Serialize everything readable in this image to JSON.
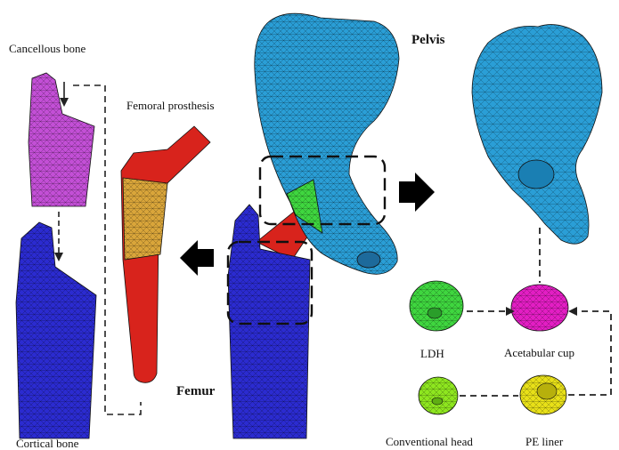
{
  "labels": {
    "cancellous": "Cancellous bone",
    "cortical": "Cortical bone",
    "femoral_prosthesis": "Femoral prosthesis",
    "femur": "Femur",
    "pelvis": "Pelvis",
    "ldh": "LDH",
    "acetabular_cup": "Acetabular cup",
    "conventional_head": "Conventional head",
    "pe_liner": "PE liner"
  },
  "colors": {
    "cancellous": "#c34fd6",
    "cortical": "#2b2bd0",
    "prosthesis_red": "#d8231c",
    "prosthesis_gold": "#d9a53a",
    "pelvis": "#2a9ed6",
    "green": "#3fd63f",
    "magenta": "#e31ec4",
    "lime": "#8ee61f",
    "yellow": "#e8e018"
  }
}
